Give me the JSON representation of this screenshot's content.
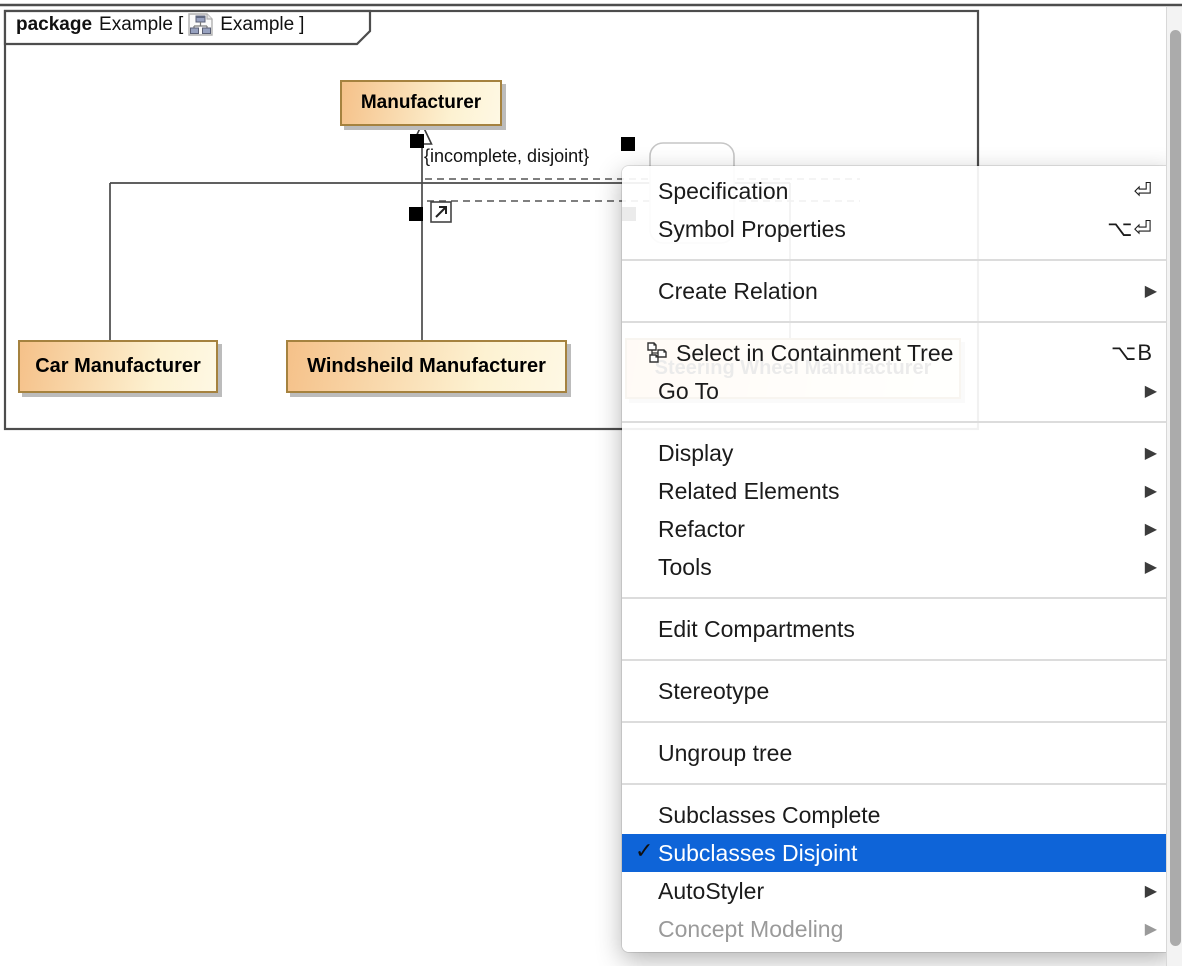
{
  "diagram": {
    "header": {
      "keyword": "package",
      "name": "Example",
      "open_bracket": "[",
      "diagram_icon": "package-diagram-icon",
      "diagram_name": "Example",
      "close_bracket": "]"
    },
    "classes": [
      {
        "name": "Manufacturer"
      },
      {
        "name": "Car Manufacturer"
      },
      {
        "name": "Windsheild Manufacturer"
      },
      {
        "name": "Steering Wheel Manufacturer"
      }
    ],
    "generalization_set_label": "{incomplete, disjoint}"
  },
  "context_menu": {
    "checkmark": "✓",
    "submenu_arrow": "▶",
    "items": [
      {
        "label": "Specification",
        "shortcut": "⏎"
      },
      {
        "label": "Symbol Properties",
        "shortcut": "⌥⏎"
      },
      {
        "label": "Create Relation",
        "submenu": true
      },
      {
        "label": "Select in Containment Tree",
        "icon": "containment-tree-icon",
        "shortcut": "⌥B"
      },
      {
        "label": "Go To",
        "submenu": true
      },
      {
        "label": "Display",
        "submenu": true
      },
      {
        "label": "Related Elements",
        "submenu": true
      },
      {
        "label": "Refactor",
        "submenu": true
      },
      {
        "label": "Tools",
        "submenu": true
      },
      {
        "label": "Edit Compartments"
      },
      {
        "label": "Stereotype"
      },
      {
        "label": "Ungroup tree"
      },
      {
        "label": "Subclasses Complete"
      },
      {
        "label": "Subclasses Disjoint",
        "checked": true,
        "selected": true
      },
      {
        "label": "AutoStyler",
        "submenu": true
      },
      {
        "label": "Concept Modeling",
        "submenu": true,
        "disabled": true
      }
    ]
  },
  "colors": {
    "selection_highlight": "#0e64d8",
    "class_fill_left": "#f5c189",
    "class_fill_right": "#fef8e4",
    "class_border": "#a5823f",
    "frame_border": "#4d4d4d",
    "disabled_text": "#9a9a9a"
  }
}
